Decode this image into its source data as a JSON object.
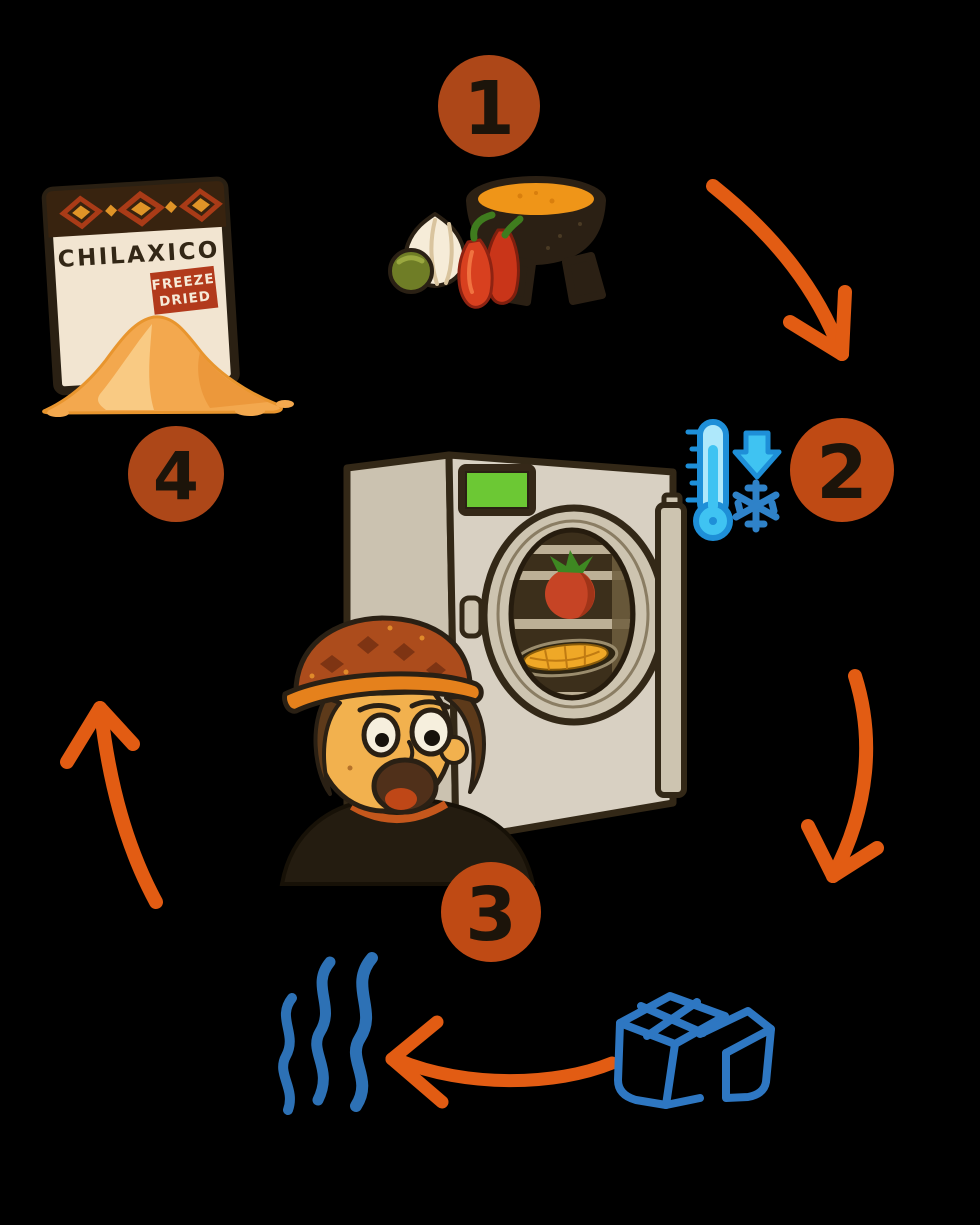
{
  "figure": {
    "type": "process-cycle-illustration",
    "step_count": 4
  },
  "steps": [
    {
      "number": "1",
      "icon": "molcajete-salsa-with-ingredients-icon"
    },
    {
      "number": "2",
      "icon": "thermometer-freezing-icon"
    },
    {
      "number": "3",
      "icon": "freeze-dryer-machine-icon"
    },
    {
      "number": "4",
      "icon": "freeze-dried-powder-bag-icon"
    }
  ],
  "package": {
    "brand": "CHILAXICO",
    "badge_line1": "FREEZE",
    "badge_line2": "DRIED"
  },
  "colors": {
    "background": "#000000",
    "step_circle": "#ad4718",
    "step_number": "#1c140a",
    "arrow": "#e25c13",
    "steam": "#2d71b5",
    "ice": "#2e77c2",
    "thermometer_outline": "#1e8fd8",
    "thermometer_fill": "#3fc3f2",
    "machine_body": "#d8d0c2",
    "machine_outline": "#332817",
    "screen_green": "#6cc834",
    "bag_cream": "#f2e5d1",
    "badge_red": "#b23a1c",
    "powder": "#f3a84e",
    "cap_orange": "#ac4c1c",
    "skin": "#f2b14e"
  }
}
